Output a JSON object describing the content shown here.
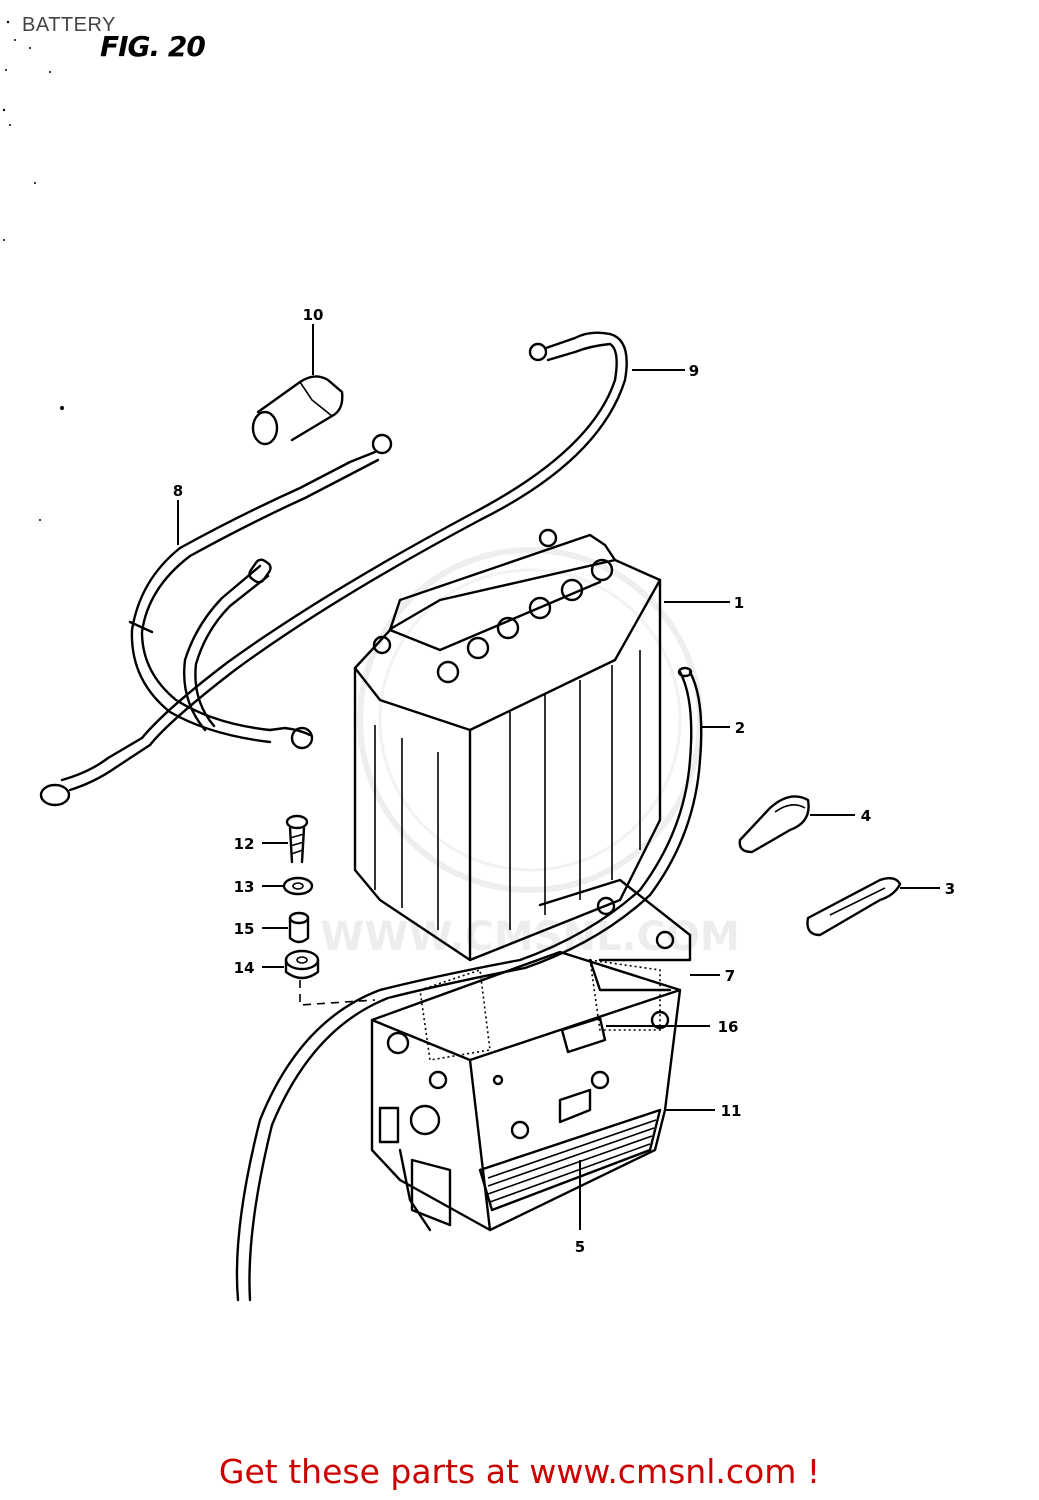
{
  "header": {
    "section_title": "BATTERY",
    "figure_label": "FIG. 20"
  },
  "parts": [
    {
      "number": "1"
    },
    {
      "number": "2"
    },
    {
      "number": "3"
    },
    {
      "number": "4"
    },
    {
      "number": "5"
    },
    {
      "number": "7"
    },
    {
      "number": "8"
    },
    {
      "number": "9"
    },
    {
      "number": "10"
    },
    {
      "number": "11"
    },
    {
      "number": "12"
    },
    {
      "number": "13"
    },
    {
      "number": "14"
    },
    {
      "number": "15"
    },
    {
      "number": "16"
    }
  ],
  "watermark": "WWW.CMSNL.COM",
  "footer": {
    "cta": "Get these parts at www.cmsnl.com !"
  },
  "colors": {
    "line": "#000000",
    "footer_text": "#cc0000",
    "watermark": "#dddddd"
  }
}
